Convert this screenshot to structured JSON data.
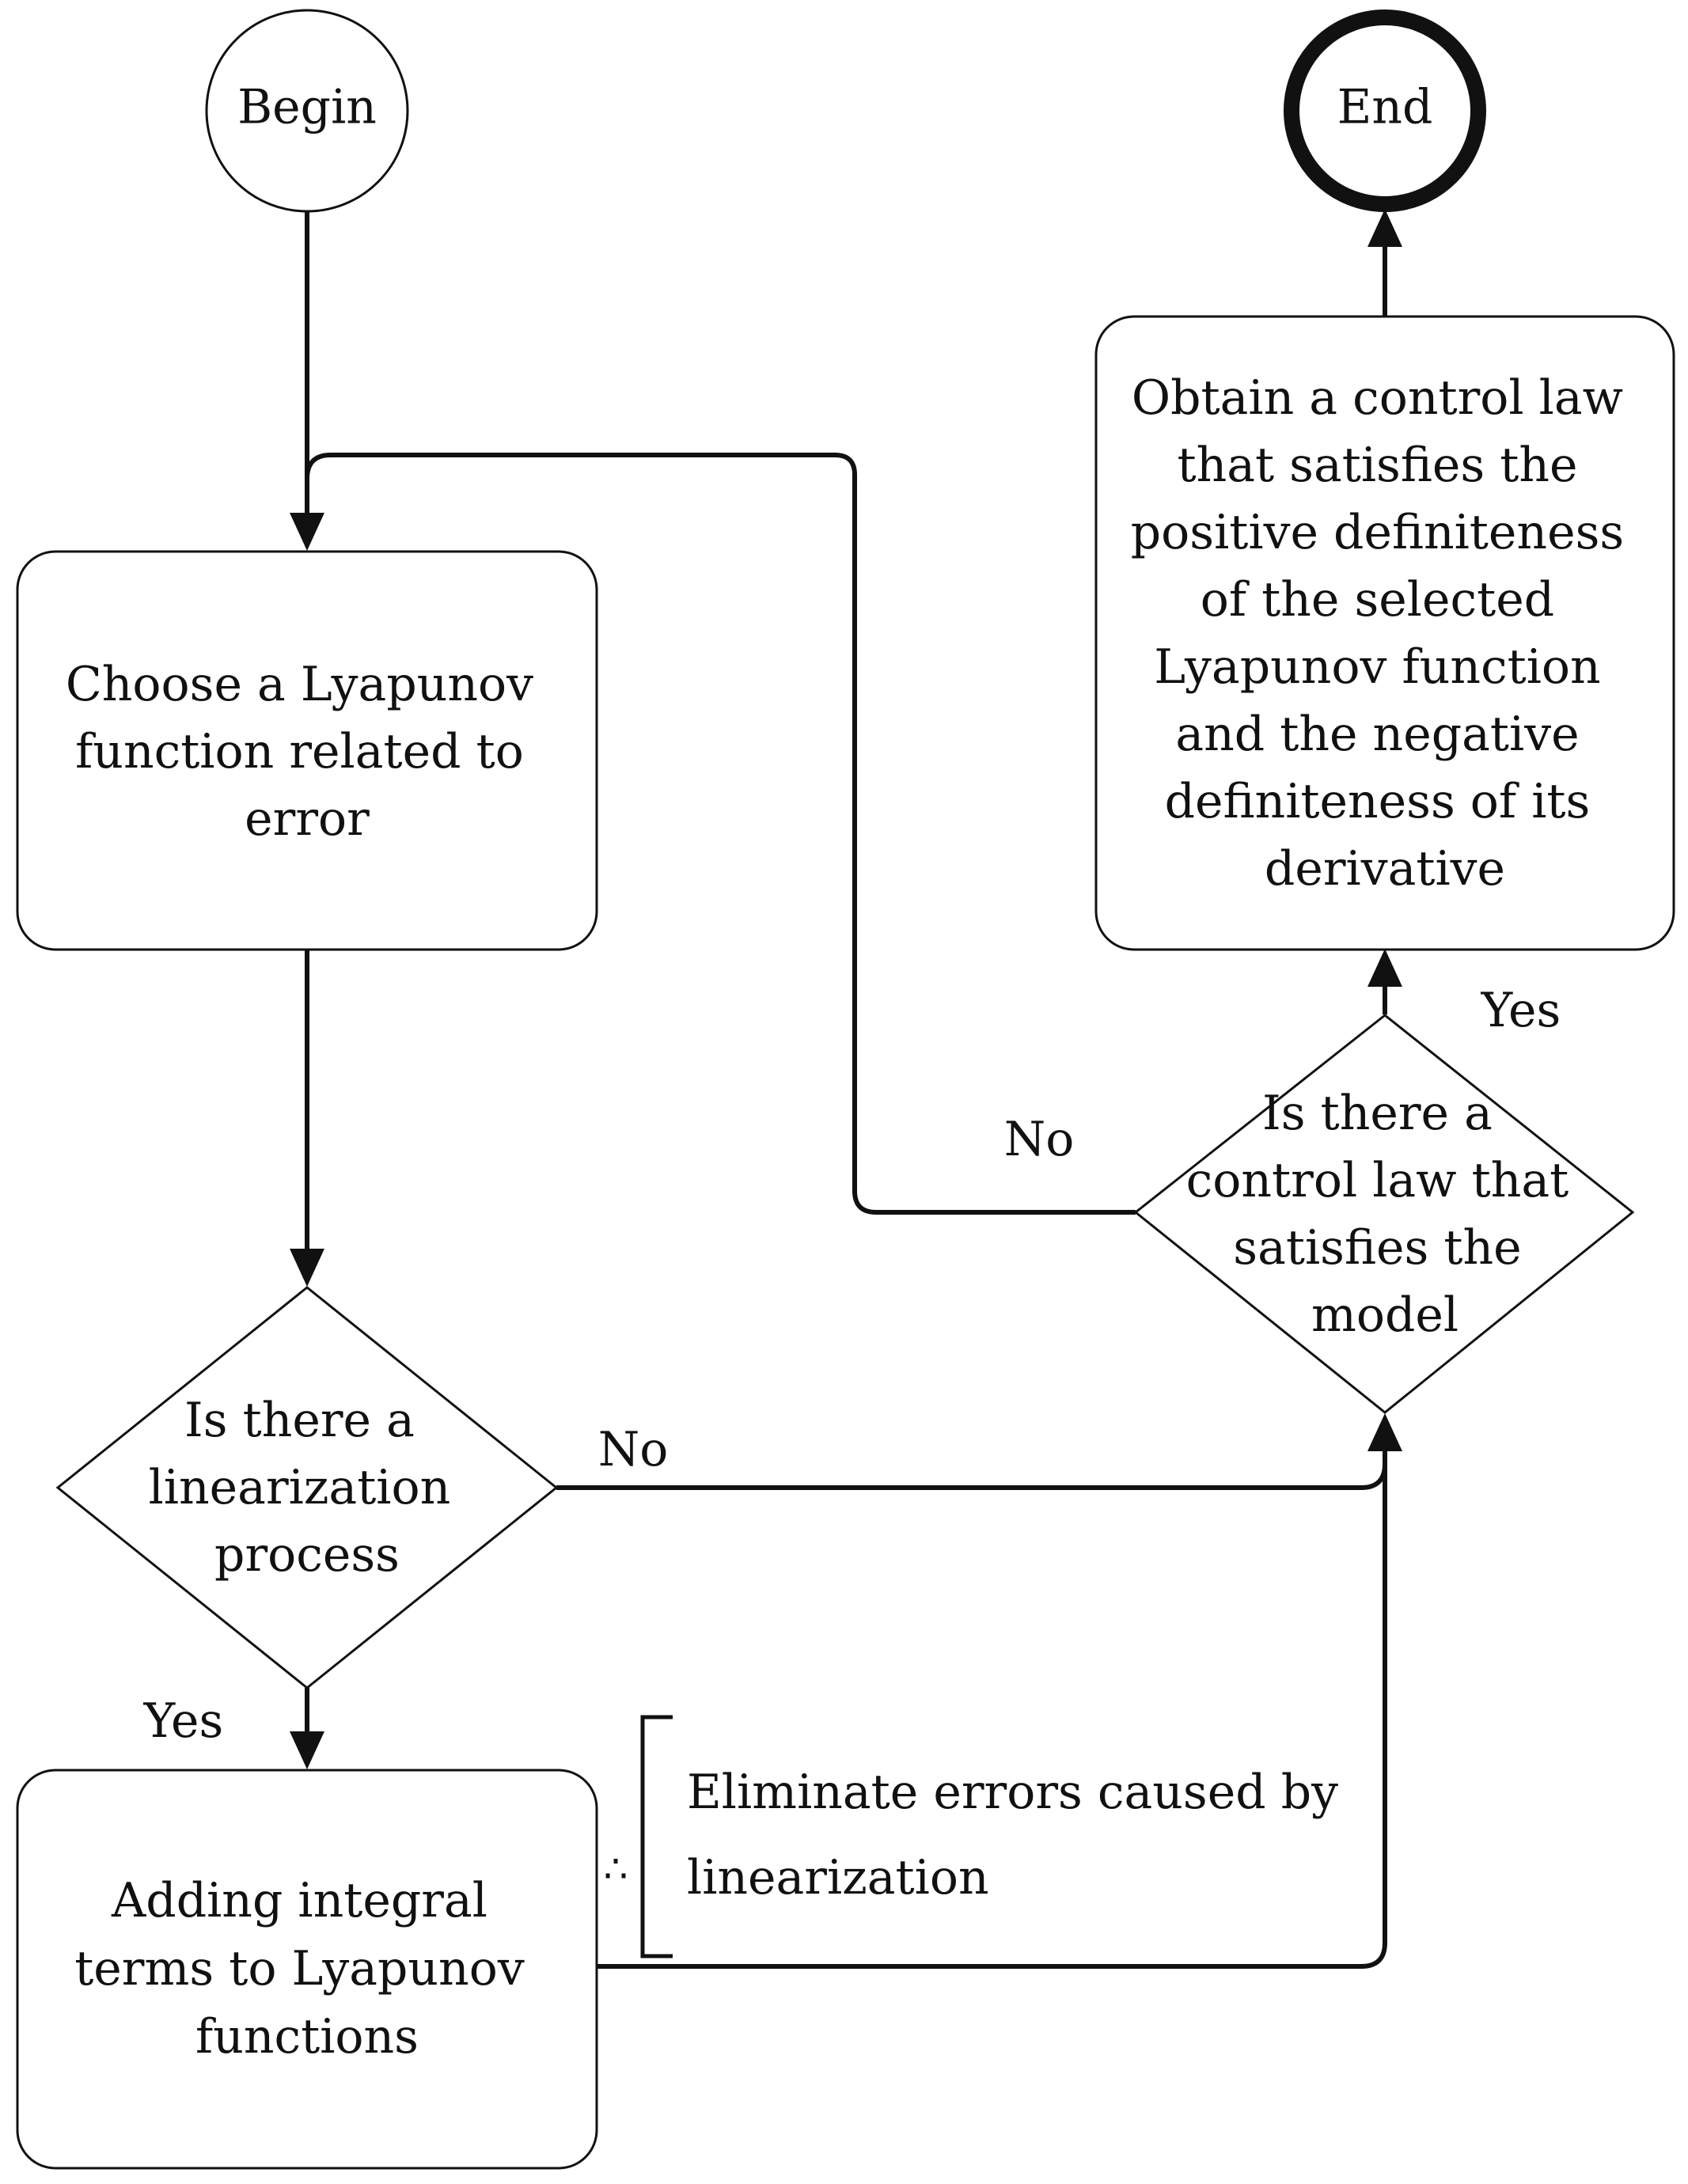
{
  "nodes": {
    "begin": {
      "label": "Begin"
    },
    "end": {
      "label": "End"
    },
    "choose": {
      "lines": [
        "Choose a Lyapunov",
        "function related to",
        "error"
      ]
    },
    "decision_linearization": {
      "lines": [
        "Is there a",
        "linearization",
        "process"
      ]
    },
    "adding": {
      "lines": [
        "Adding integral",
        "terms to Lyapunov",
        "functions"
      ]
    },
    "decision_control": {
      "lines": [
        "Is there a",
        "control law that",
        "satisfies the",
        "model"
      ]
    },
    "obtain": {
      "lines": [
        "Obtain a control law",
        "that satisfies the",
        "positive definiteness",
        "of the selected",
        "Lyapunov function",
        "and the negative",
        "definiteness of its",
        "derivative"
      ]
    }
  },
  "annotation": {
    "symbol": "∴",
    "lines": [
      "Eliminate errors caused by",
      "linearization"
    ]
  },
  "edge_labels": {
    "linearization_yes": "Yes",
    "linearization_no": "No",
    "control_yes": "Yes",
    "control_no": "No"
  }
}
